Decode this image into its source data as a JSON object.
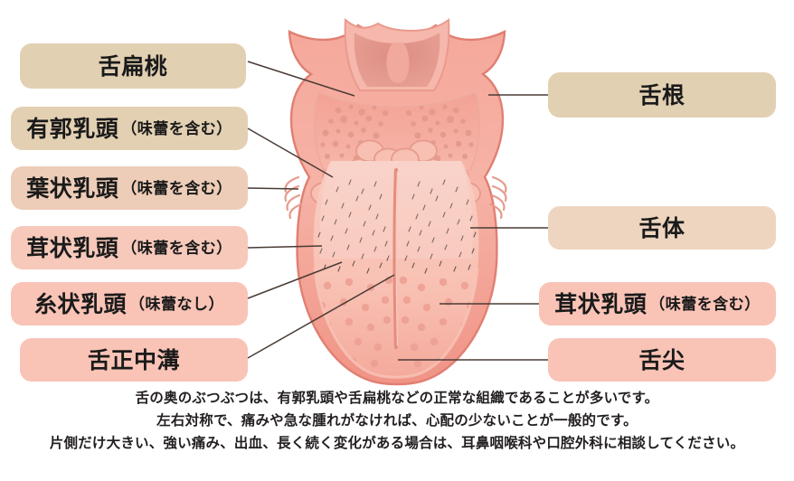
{
  "diagram": {
    "title_alt": "舌の構造図",
    "left_labels": [
      {
        "main": "舌扁桃",
        "sub": ""
      },
      {
        "main": "有郭乳頭",
        "sub": "（味蕾を含む）"
      },
      {
        "main": "葉状乳頭",
        "sub": "（味蕾を含む）"
      },
      {
        "main": "茸状乳頭",
        "sub": "（味蕾を含む）"
      },
      {
        "main": "糸状乳頭",
        "sub": "（味蕾なし）"
      },
      {
        "main": "舌正中溝",
        "sub": ""
      }
    ],
    "right_labels": [
      {
        "main": "舌根",
        "sub": ""
      },
      {
        "main": "舌体",
        "sub": ""
      },
      {
        "main": "茸状乳頭",
        "sub": "（味蕾を含む）"
      },
      {
        "main": "舌尖",
        "sub": ""
      }
    ],
    "caption_lines": [
      "舌の奥のぶつぶつは、有郭乳頭や舌扁桃などの正常な組織であることが多いです。",
      "左右対称で、痛みや急な腫れがなければ、心配の少ないことが一般的です。",
      "片側だけ大きい、強い痛み、出血、長く続く変化がある場合は、耳鼻咽喉科や口腔外科に相談してください。"
    ],
    "colors": {
      "pill_tan": "#e2d0b2",
      "pill_tan_light": "#edcdb7",
      "pill_pink": "#f9c3b6",
      "leader_line": "#4a3b35",
      "tongue_body": "#f7b0a4",
      "tongue_surface": "#f6bcb0",
      "tongue_edge": "#e8897e",
      "tongue_root": "#f4a89d",
      "papilla": "#eda699",
      "text": "#231f20",
      "background": "#ffffff"
    }
  }
}
